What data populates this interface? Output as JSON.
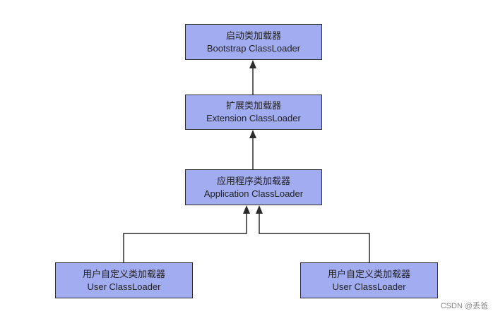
{
  "diagram": {
    "nodes": [
      {
        "id": "bootstrap",
        "label_cn": "启动类加载器",
        "label_en": "Bootstrap ClassLoader"
      },
      {
        "id": "extension",
        "label_cn": "扩展类加载器",
        "label_en": "Extension ClassLoader"
      },
      {
        "id": "application",
        "label_cn": "应用程序类加载器",
        "label_en": "Application ClassLoader"
      },
      {
        "id": "user_left",
        "label_cn": "用户自定义类加载器",
        "label_en": "User ClassLoader"
      },
      {
        "id": "user_right",
        "label_cn": "用户自定义类加载器",
        "label_en": "User ClassLoader"
      }
    ],
    "edges": [
      {
        "from": "extension",
        "to": "bootstrap"
      },
      {
        "from": "application",
        "to": "extension"
      },
      {
        "from": "user_left",
        "to": "application"
      },
      {
        "from": "user_right",
        "to": "application"
      }
    ],
    "colors": {
      "box_fill": "#a2acf0",
      "box_border": "#2b2b2b",
      "line": "#2b2b2b"
    }
  },
  "watermark": "CSDN @丢爸"
}
